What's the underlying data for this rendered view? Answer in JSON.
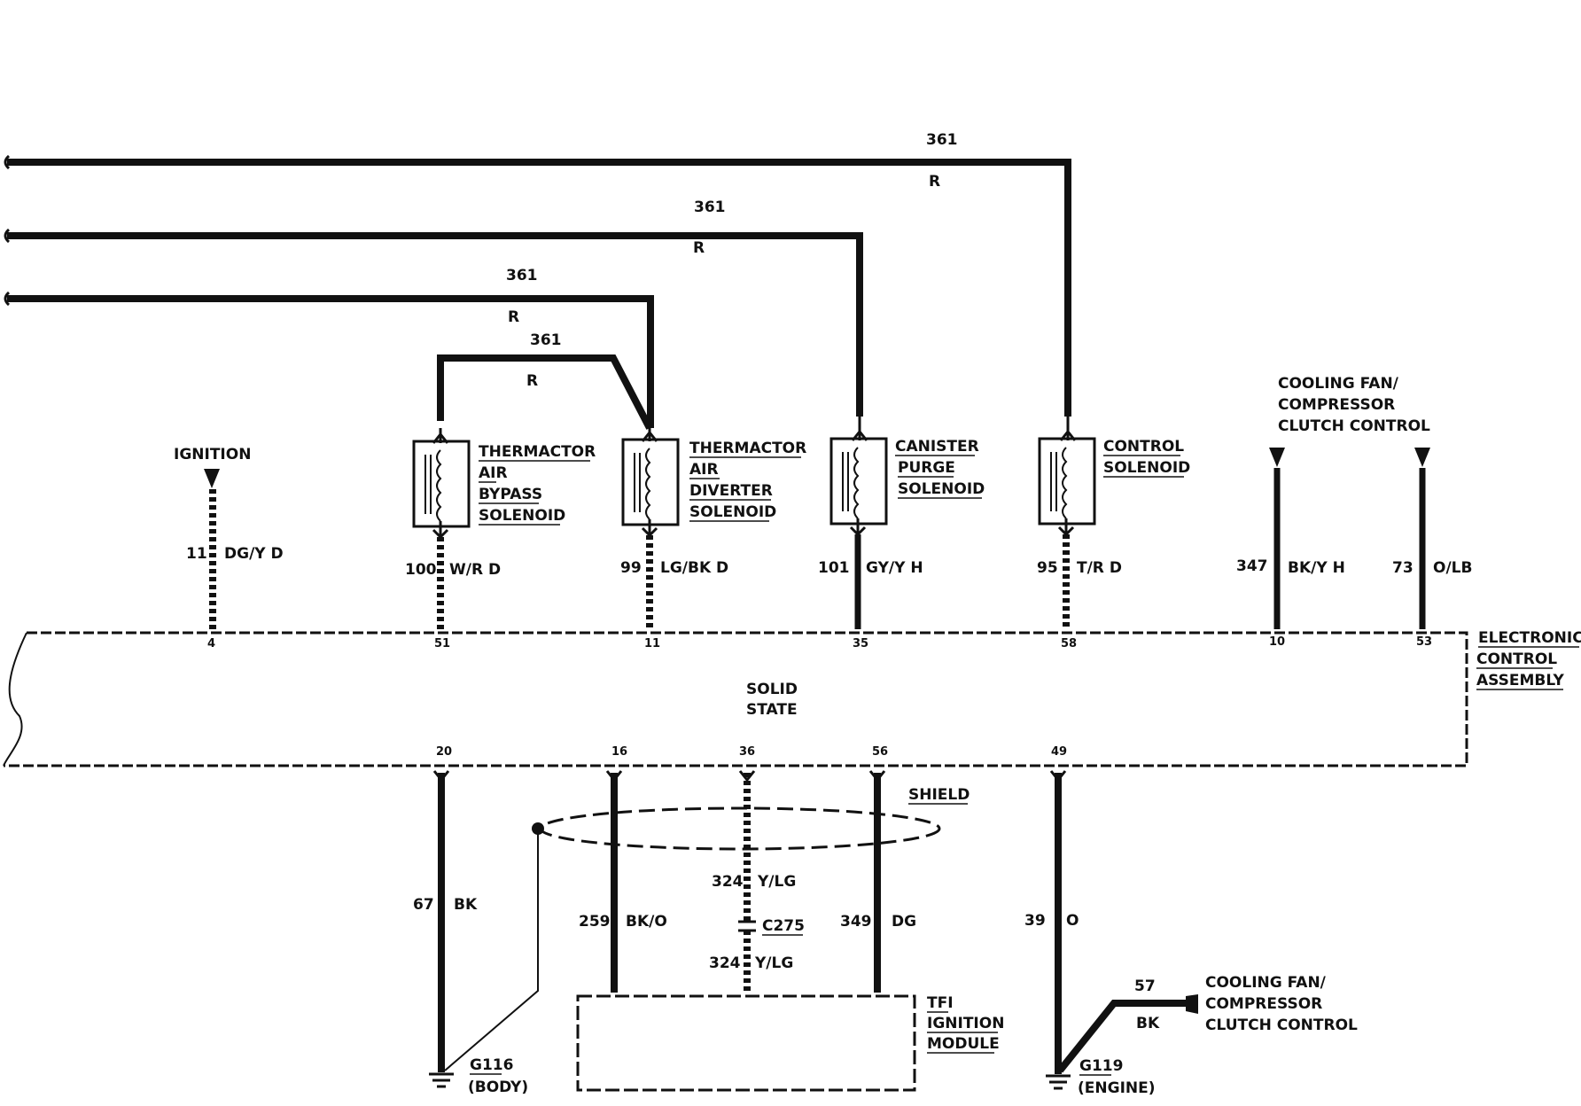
{
  "feed_wires": [
    {
      "circuit": "361",
      "color": "R"
    },
    {
      "circuit": "361",
      "color": "R"
    },
    {
      "circuit": "361",
      "color": "R"
    },
    {
      "circuit": "361",
      "color": "R"
    }
  ],
  "top_components": {
    "ignition": {
      "label": "IGNITION",
      "wire": "11",
      "color": "DG/Y D",
      "pin": "4"
    },
    "bypass": {
      "label": [
        "THERMACTOR",
        "AIR",
        "BYPASS",
        "SOLENOID"
      ],
      "wire": "100",
      "color": "W/R D",
      "pin": "51"
    },
    "diverter": {
      "label": [
        "THERMACTOR",
        "AIR",
        "DIVERTER",
        "SOLENOID"
      ],
      "wire": "99",
      "color": "LG/BK D",
      "pin": "11"
    },
    "canister": {
      "label": [
        "CANISTER",
        "PURGE",
        "SOLENOID"
      ],
      "wire": "101",
      "color": "GY/Y H",
      "pin": "35"
    },
    "control": {
      "label": [
        "CONTROL",
        "SOLENOID"
      ],
      "wire": "95",
      "color": "T/R D",
      "pin": "58"
    },
    "fan_top": {
      "label": [
        "COOLING FAN/",
        "COMPRESSOR",
        "CLUTCH CONTROL"
      ],
      "wire_a": "347",
      "color_a": "BK/Y H",
      "pin_a": "10",
      "wire_b": "73",
      "color_b": "O/LB",
      "pin_b": "53"
    }
  },
  "eca": {
    "label": [
      "ELECTRONIC",
      "CONTROL",
      "ASSEMBLY"
    ],
    "inner": [
      "SOLID",
      "STATE"
    ]
  },
  "bottom": {
    "pins": [
      "20",
      "16",
      "36",
      "56",
      "49"
    ],
    "shield": "SHIELD",
    "w67": {
      "wire": "67",
      "color": "BK"
    },
    "w259": {
      "wire": "259",
      "color": "BK/O"
    },
    "w324a": {
      "wire": "324",
      "color": "Y/LG"
    },
    "connector": "C275",
    "w324b": {
      "wire": "324",
      "color": "Y/LG"
    },
    "w349": {
      "wire": "349",
      "color": "DG"
    },
    "w39": {
      "wire": "39",
      "color": "O"
    },
    "tfi": [
      "TFI",
      "IGNITION",
      "MODULE"
    ],
    "g116": [
      "G116",
      "(BODY)"
    ],
    "g119": [
      "G119",
      "(ENGINE)"
    ],
    "fan_bottom": {
      "wire": "57",
      "color": "BK",
      "label": [
        "COOLING FAN/",
        "COMPRESSOR",
        "CLUTCH CONTROL"
      ]
    }
  }
}
